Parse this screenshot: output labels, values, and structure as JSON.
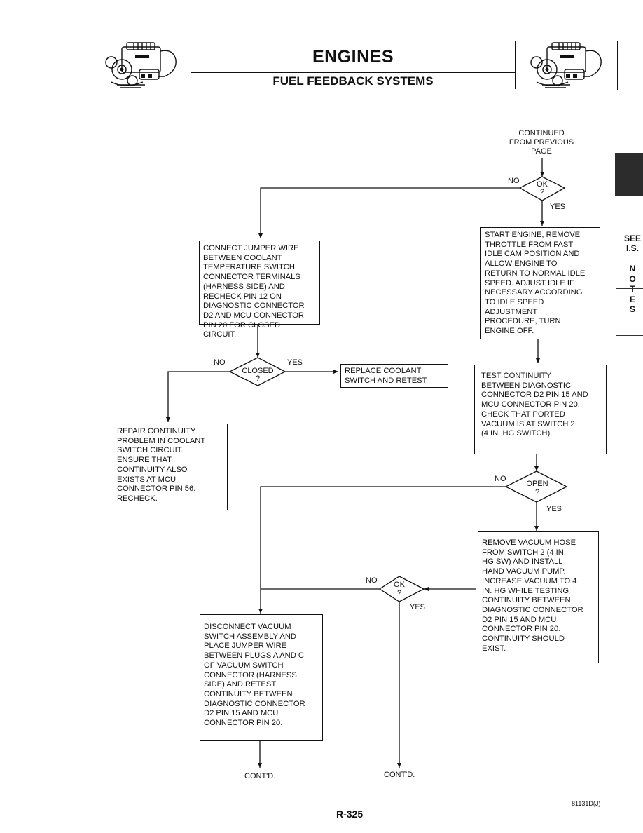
{
  "header": {
    "title": "ENGINES",
    "subtitle": "FUEL FEEDBACK SYSTEMS",
    "left_image": "engine-illustration",
    "right_image": "engine-illustration"
  },
  "sidebar": {
    "see_text": "SEE\nI.S.",
    "notes_text": "N\nO\nT\nE\nS"
  },
  "flow": {
    "continued_from": "CONTINUED\nFROM PREVIOUS\nPAGE",
    "d1_text": "OK\n?",
    "d1_no": "NO",
    "d1_yes": "YES",
    "box_connect_jumper": "CONNECT JUMPER WIRE\nBETWEEN COOLANT\nTEMPERATURE SWITCH\nCONNECTOR TERMINALS\n(HARNESS SIDE) AND\nRECHECK PIN 12 ON\nDIAGNOSTIC CONNECTOR\nD2 AND MCU CONNECTOR\nPIN 20 FOR CLOSED\nCIRCUIT.",
    "box_start_engine": "START ENGINE, REMOVE\nTHROTTLE FROM FAST\nIDLE CAM POSITION AND\nALLOW ENGINE TO\nRETURN TO NORMAL IDLE\nSPEED. ADJUST IDLE IF\nNECESSARY ACCORDING\nTO IDLE SPEED\nADJUSTMENT\nPROCEDURE, TURN\nENGINE OFF.",
    "d2_text": "CLOSED\n?",
    "d2_no": "NO",
    "d2_yes": "YES",
    "box_replace_coolant": "REPLACE COOLANT\nSWITCH AND RETEST",
    "box_repair_continuity": "REPAIR CONTINUITY\nPROBLEM IN COOLANT\nSWITCH CIRCUIT.\nENSURE THAT\nCONTINUITY ALSO\nEXISTS AT MCU\nCONNECTOR PIN 56.\nRECHECK.",
    "box_test_continuity": "TEST CONTINUITY\nBETWEEN DIAGNOSTIC\nCONNECTOR D2 PIN 15 AND\nMCU CONNECTOR PIN 20.\nCHECK THAT PORTED\nVACUUM IS AT SWITCH 2\n(4 IN. HG SWITCH).",
    "d3_text": "OPEN\n?",
    "d3_no": "NO",
    "d3_yes": "YES",
    "box_remove_hose": "REMOVE VACUUM HOSE\nFROM SWITCH 2 (4 IN.\nHG SW) AND INSTALL\nHAND VACUUM PUMP.\nINCREASE VACUUM TO 4\nIN. HG WHILE TESTING\nCONTINUITY BETWEEN\nDIAGNOSTIC CONNECTOR\nD2 PIN 15 AND MCU\nCONNECTOR PIN 20.\nCONTINUITY SHOULD\nEXIST.",
    "d4_text": "OK\n?",
    "d4_no": "NO",
    "d4_yes": "YES",
    "box_disconnect_vacuum": "DISCONNECT VACUUM\nSWITCH ASSEMBLY AND\nPLACE JUMPER WIRE\nBETWEEN PLUGS A AND C\nOF VACUUM SWITCH\nCONNECTOR (HARNESS\nSIDE) AND RETEST\nCONTINUITY BETWEEN\nDIAGNOSTIC CONNECTOR\nD2 PIN 15 AND MCU\nCONNECTOR PIN 20.",
    "contd_left": "CONT'D.",
    "contd_right": "CONT'D."
  },
  "footer": {
    "page_number": "R-325",
    "figure_code": "81131D(J)"
  }
}
